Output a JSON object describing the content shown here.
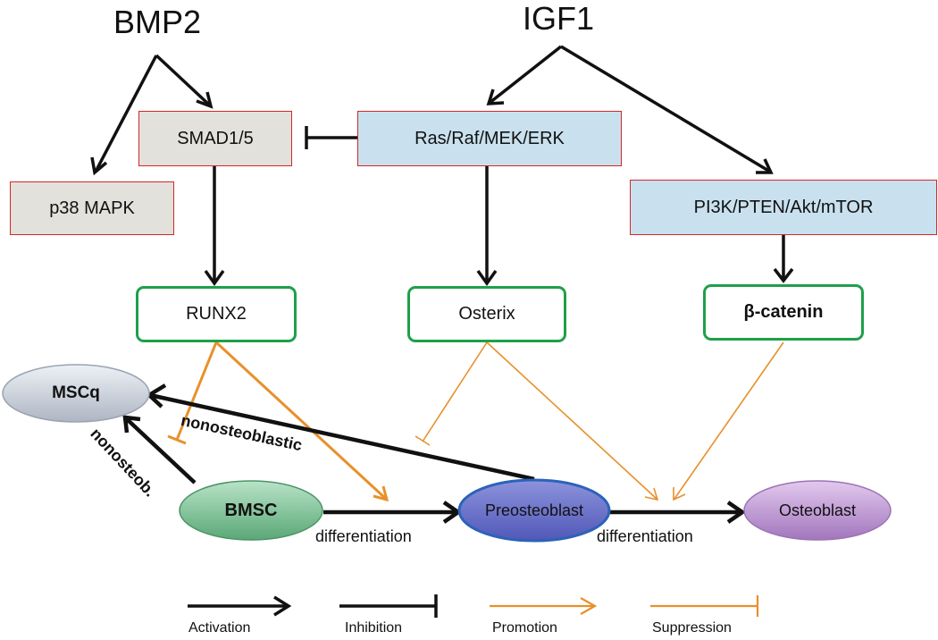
{
  "sources": {
    "bmp2": "BMP2",
    "igf1": "IGF1"
  },
  "pathways": {
    "smad": "SMAD1/5",
    "p38": "p38 MAPK",
    "ras": "Ras/Raf/MEK/ERK",
    "pi3k": "PI3K/PTEN/Akt/mTOR"
  },
  "factors": {
    "runx2": "RUNX2",
    "osterix": "Osterix",
    "catenin": "β-catenin"
  },
  "cells": {
    "mscq": "MSCq",
    "bmsc": "BMSC",
    "preosteoblast": "Preosteoblast",
    "osteoblast": "Osteoblast"
  },
  "edge_labels": {
    "differentiation_1": "differentiation",
    "differentiation_2": "differentiation",
    "nonosteoblastic": "nonosteoblastic",
    "nonosteob": "nonosteob."
  },
  "legend": {
    "activation": "Activation",
    "inhibition": "Inhibition",
    "promotion": "Promotion",
    "suppression": "Suppression"
  },
  "colors": {
    "black": "#111111",
    "orange": "#e8902b",
    "red_border": "#d3272a",
    "green_border": "#1ea04a"
  }
}
